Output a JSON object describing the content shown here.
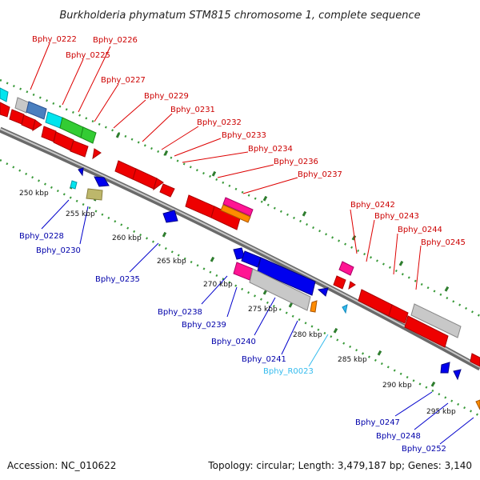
{
  "title": "Burkholderia phymatum STM815 chromosome 1, complete sequence",
  "footer": {
    "accession": "Accession: NC_010622",
    "summary": "Topology: circular; Length: 3,479,187 bp; Genes: 3,140"
  },
  "colors": {
    "backbone": "#9a9a9a",
    "dots": "#3a9a3a",
    "ticks": "#2e7d2e",
    "top_label": "#cc0000",
    "bottom_label": "#0000aa",
    "rna_label": "#33bbee"
  },
  "ticks": [
    "250 kbp",
    "255 kbp",
    "260 kbp",
    "265 kbp",
    "270 kbp",
    "275 kbp",
    "280 kbp",
    "285 kbp",
    "290 kbp",
    "295 kbp"
  ],
  "top_labels": [
    "Bphy_0222",
    "Bphy_0225",
    "Bphy_0226",
    "Bphy_0227",
    "Bphy_0229",
    "Bphy_0231",
    "Bphy_0232",
    "Bphy_0233",
    "Bphy_0234",
    "Bphy_0236",
    "Bphy_0237",
    "Bphy_0242",
    "Bphy_0243",
    "Bphy_0244",
    "Bphy_0245"
  ],
  "bottom_labels": [
    "Bphy_0228",
    "Bphy_0230",
    "Bphy_0235",
    "Bphy_0238",
    "Bphy_0239",
    "Bphy_0240",
    "Bphy_0241",
    "Bphy_R0023",
    "Bphy_0247",
    "Bphy_0248",
    "Bphy_0252"
  ]
}
